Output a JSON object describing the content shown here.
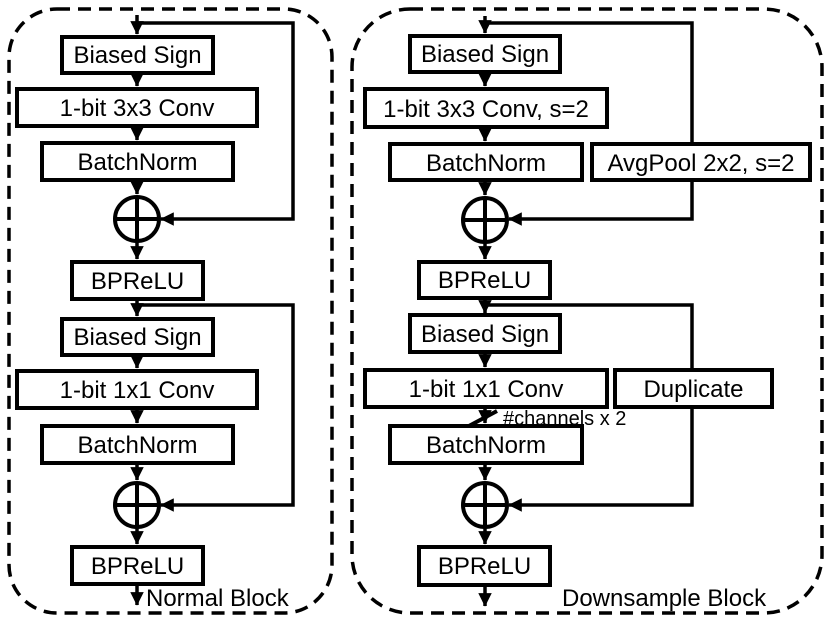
{
  "colors": {
    "ink": "#000000",
    "paper": "#ffffff"
  },
  "normal_block": {
    "title": "Normal Block",
    "biased_sign_1": "Biased Sign",
    "conv_3x3": "1-bit 3x3 Conv",
    "batchnorm_1": "BatchNorm",
    "bprelu_1": "BPReLU",
    "biased_sign_2": "Biased Sign",
    "conv_1x1": "1-bit 1x1 Conv",
    "batchnorm_2": "BatchNorm",
    "bprelu_2": "BPReLU"
  },
  "downsample_block": {
    "title": "Downsample Block",
    "biased_sign_1": "Biased Sign",
    "conv_3x3_s2": "1-bit 3x3 Conv, s=2",
    "batchnorm_1": "BatchNorm",
    "avgpool": "AvgPool 2x2, s=2",
    "bprelu_1": "BPReLU",
    "biased_sign_2": "Biased Sign",
    "conv_1x1": "1-bit 1x1 Conv",
    "duplicate": "Duplicate",
    "channels_note": "#channels x 2",
    "batchnorm_2": "BatchNorm",
    "bprelu_2": "BPReLU"
  }
}
